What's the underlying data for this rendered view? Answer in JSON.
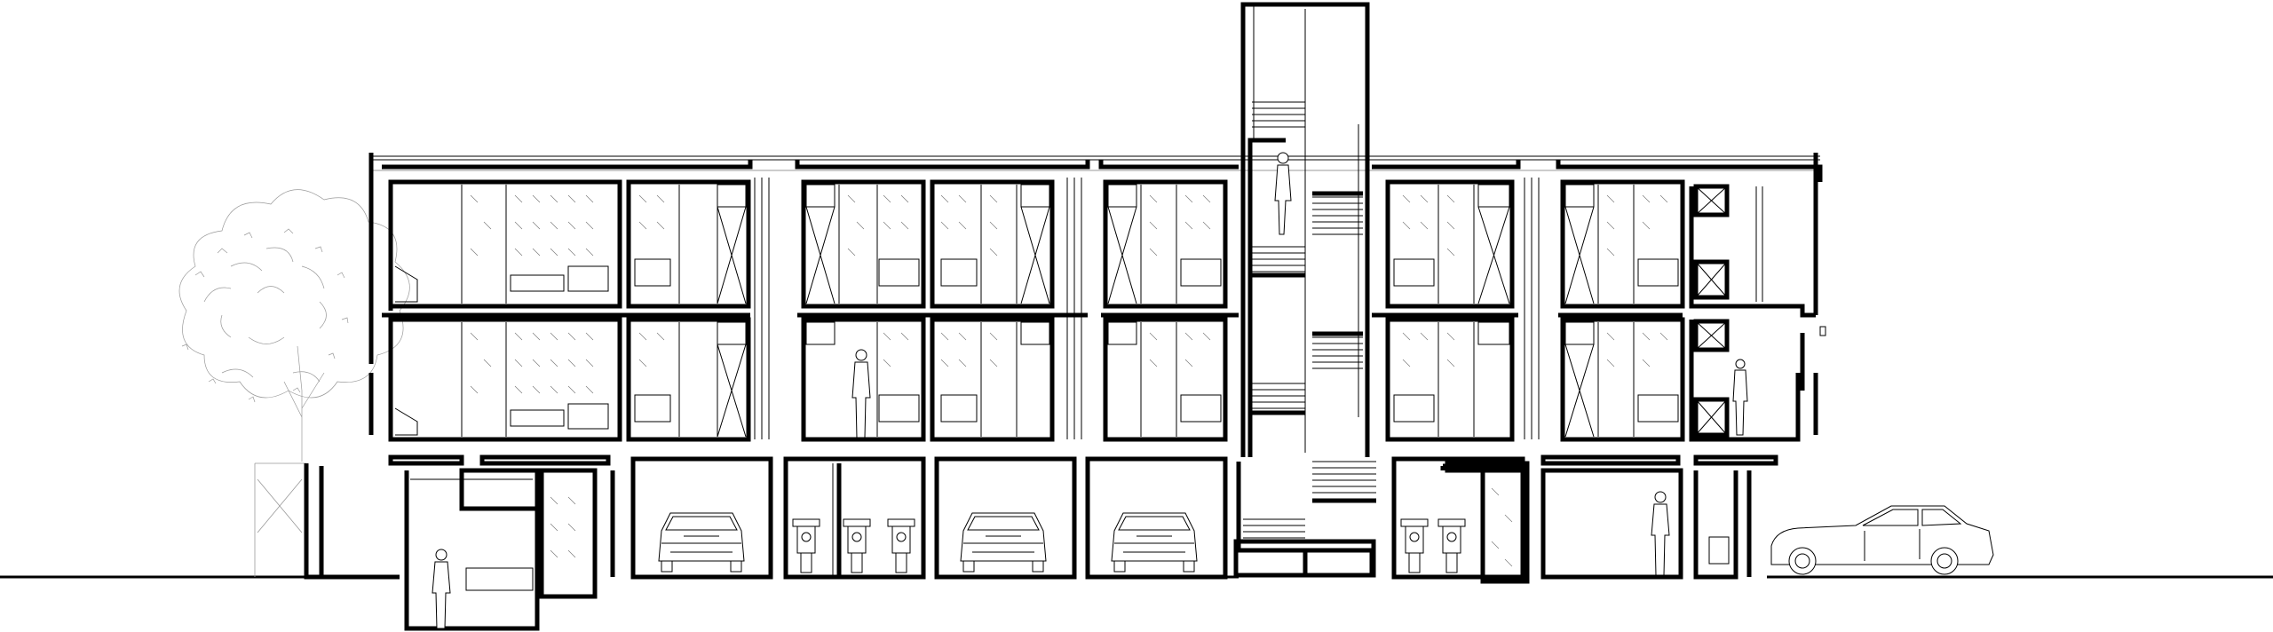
{
  "drawing": {
    "type": "architectural-section",
    "floors_above_ground": 2,
    "basement_levels": 1,
    "elements": {
      "tree": "tree-illustration",
      "people": [
        "person-figure",
        "person-figure",
        "person-figure",
        "person-figure",
        "person-figure"
      ],
      "vehicles": {
        "cars_in_garage": 3,
        "motorcycles": 5,
        "car_outside": 1
      },
      "stair_core": "stair-tower"
    }
  }
}
